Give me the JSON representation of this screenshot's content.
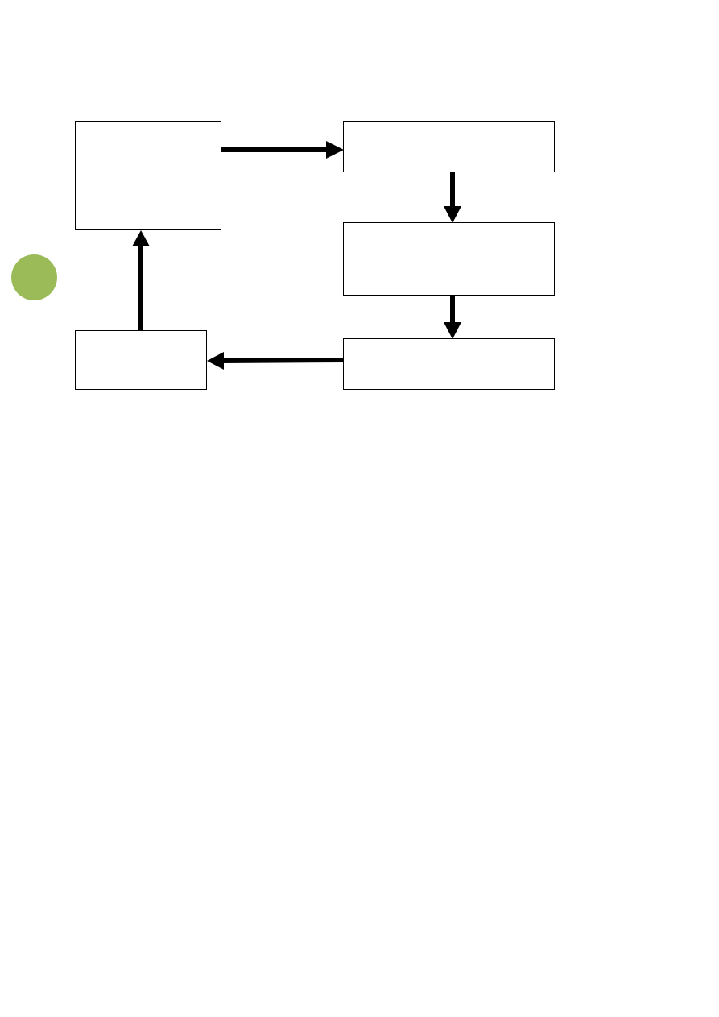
{
  "diagram": {
    "type": "cycle-flowchart",
    "nodes": [
      {
        "id": "top-left",
        "label": ""
      },
      {
        "id": "top-right",
        "label": ""
      },
      {
        "id": "middle-right",
        "label": ""
      },
      {
        "id": "bottom-right",
        "label": ""
      },
      {
        "id": "bottom-left",
        "label": ""
      }
    ],
    "edges": [
      {
        "from": "top-left",
        "to": "top-right"
      },
      {
        "from": "top-right",
        "to": "middle-right"
      },
      {
        "from": "middle-right",
        "to": "bottom-right"
      },
      {
        "from": "bottom-right",
        "to": "bottom-left"
      },
      {
        "from": "bottom-left",
        "to": "top-left"
      }
    ]
  },
  "colors": {
    "marker": "#9bbb59",
    "box_border": "#000000",
    "arrow": "#000000",
    "background": "#ffffff"
  }
}
